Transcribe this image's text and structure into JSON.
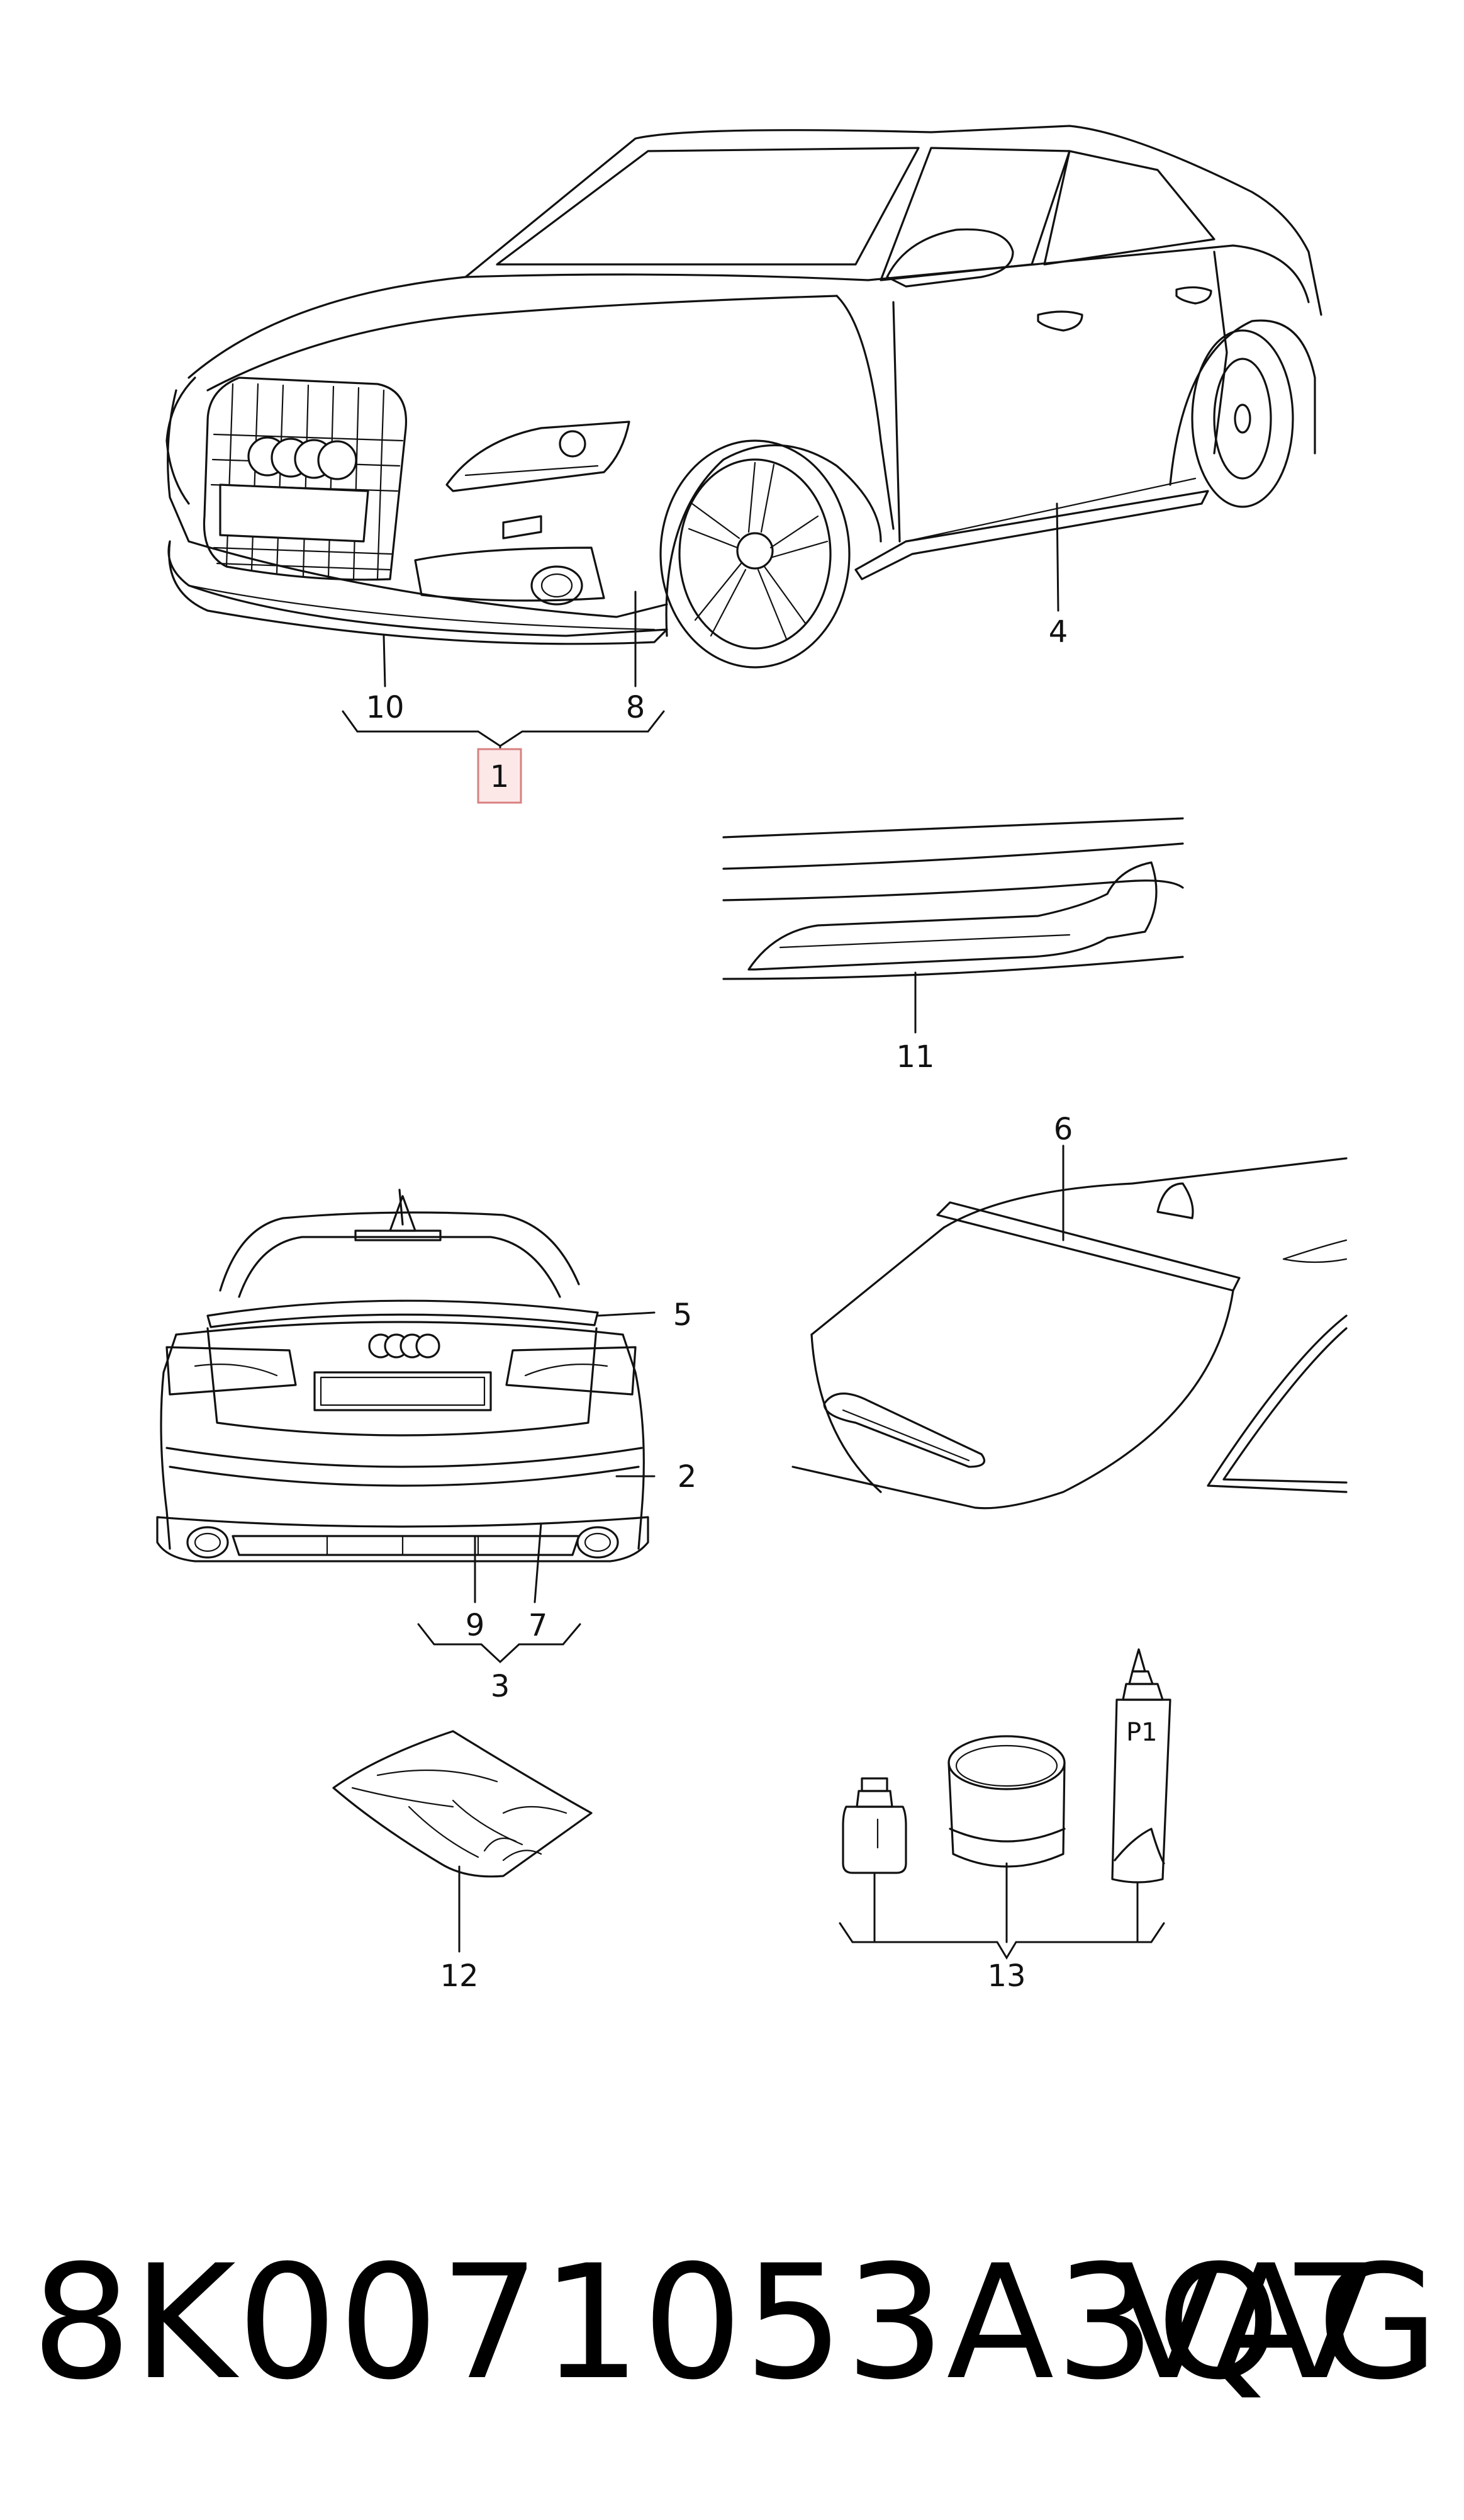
{
  "callouts": {
    "c1": "1",
    "c2": "2",
    "c3": "3",
    "c4": "4",
    "c5": "5",
    "c6": "6",
    "c7": "7",
    "c8": "8",
    "c9": "9",
    "c10": "10",
    "c11": "11",
    "c12": "12",
    "c13": "13"
  },
  "tube_label": "P1",
  "highlight_color": "#fde8e8",
  "footer": {
    "part_number": "8K0071053A3Q7",
    "brand": "VAG"
  }
}
